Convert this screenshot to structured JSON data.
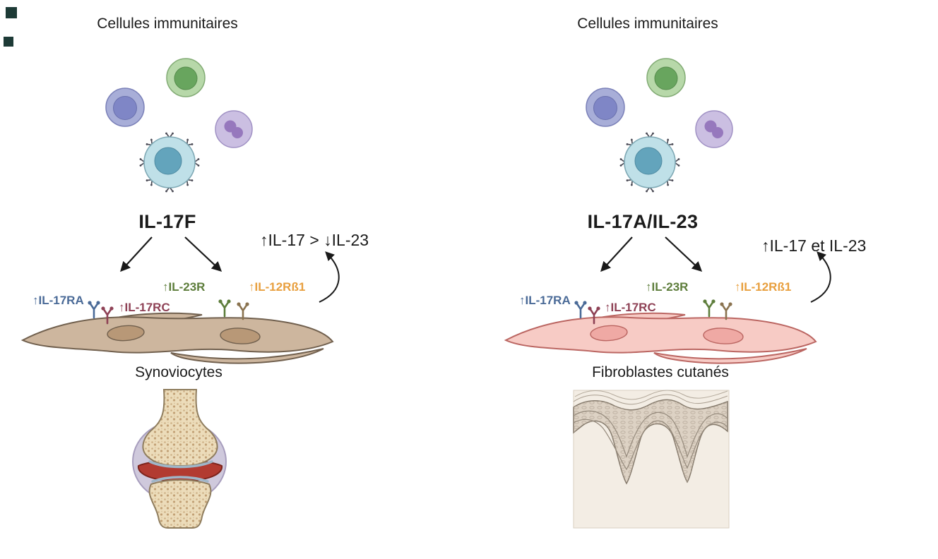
{
  "figure": {
    "background": "#ffffff",
    "palette": {
      "synoviocyte_fill": "#cdb69e",
      "synoviocyte_outline": "#71604e",
      "fibroblast_fill": "#f7cbc5",
      "fibroblast_outline": "#bb6662",
      "arrow_color": "#1a1a1a",
      "bone_color": "#ecdcba",
      "synovium_red": "#b23b31",
      "epidermis_color": "#ddd2c4"
    }
  },
  "left_panel": {
    "immune_cells_label": "Cellules immunitaires",
    "cytokine_label": "IL-17F",
    "response_text": "↑IL-17 > ↓IL-23",
    "receptors": [
      {
        "label": "↑IL-17RA",
        "color": "#4a6a97"
      },
      {
        "label": "↑IL-17RC",
        "color": "#8e4155"
      },
      {
        "label": "↑IL-23R",
        "color": "#5d7d3b"
      },
      {
        "label": "↑IL-12Rß1",
        "color": "#e89f3e"
      }
    ],
    "target_cells_label": "Synoviocytes",
    "tissue_icon": "knee-joint"
  },
  "right_panel": {
    "immune_cells_label": "Cellules immunitaires",
    "cytokine_label": "IL-17A/IL-23",
    "response_text": "↑IL-17 et IL-23",
    "receptors": [
      {
        "label": "↑IL-17RA",
        "color": "#4a6a97"
      },
      {
        "label": "↑IL-17RC",
        "color": "#8e4155"
      },
      {
        "label": "↑IL-23R",
        "color": "#5d7d3b"
      },
      {
        "label": "↑IL-12Rß1",
        "color": "#e89f3e"
      }
    ],
    "target_cells_label": "Fibroblastes cutanés",
    "tissue_icon": "skin-section"
  }
}
